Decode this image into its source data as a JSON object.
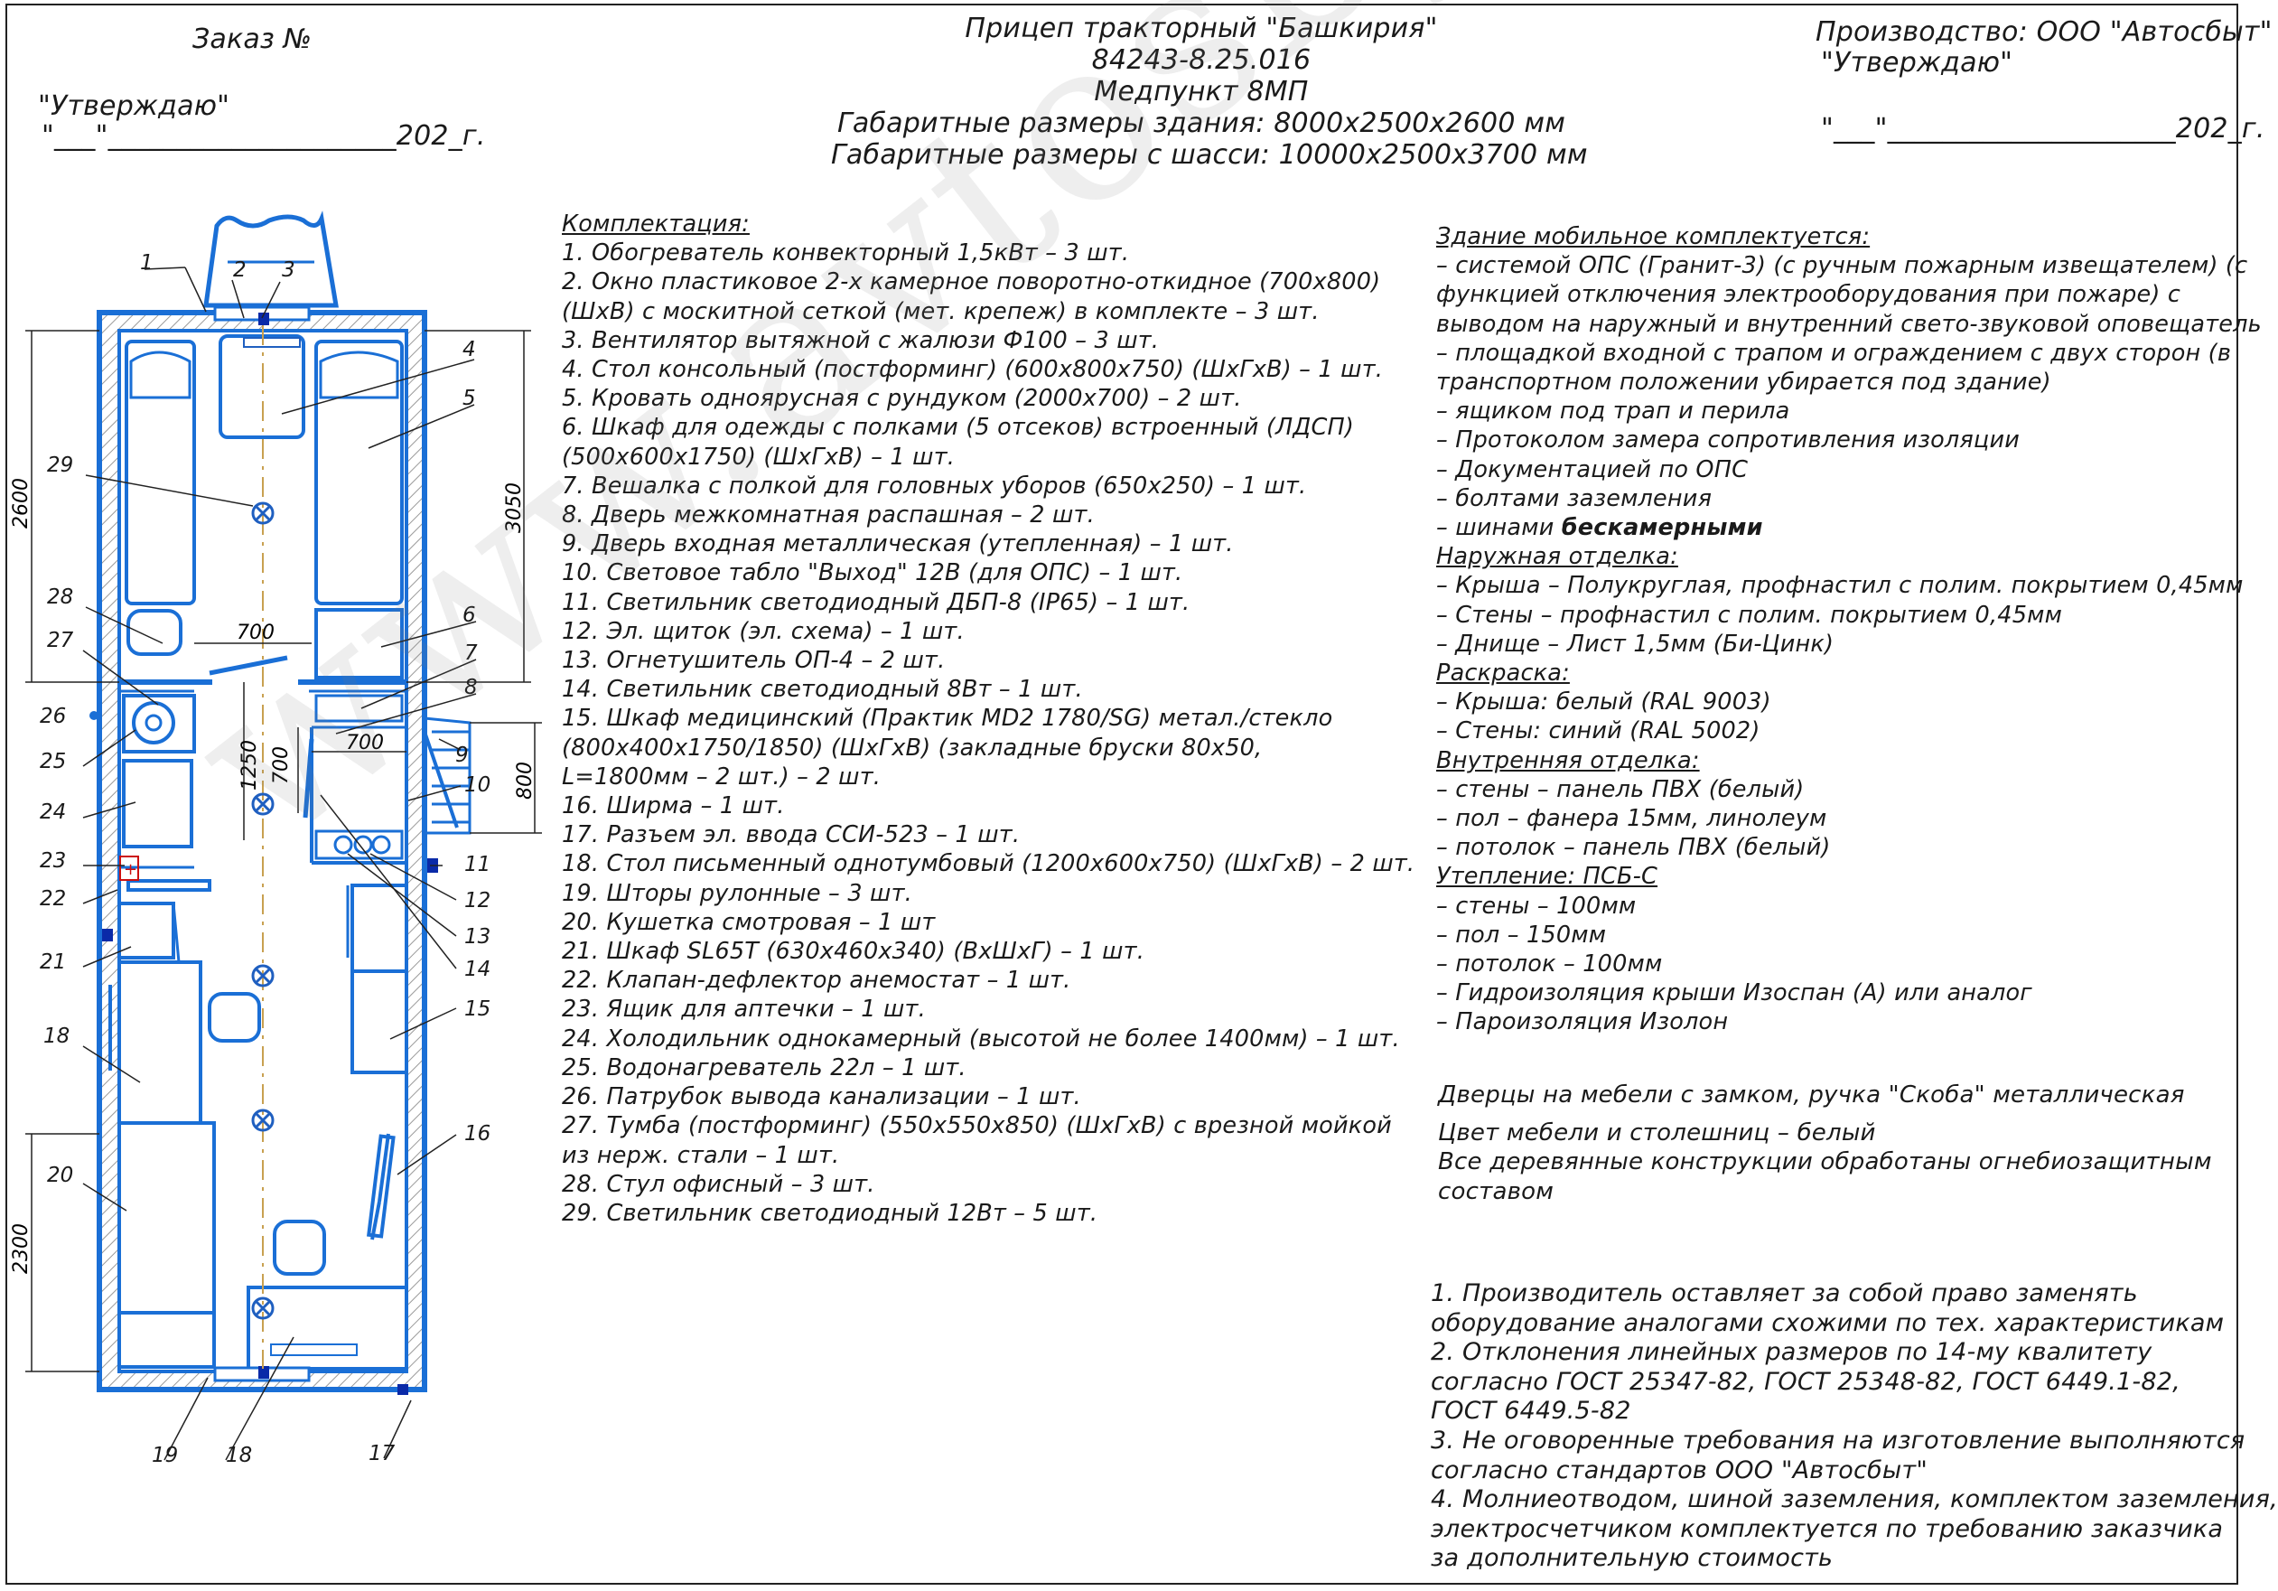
{
  "header": {
    "order": "Заказ №",
    "approve_left": "\"Утверждаю\"",
    "date_left": "\"___\"_____________________202_г.",
    "title": [
      "Прицеп тракторный \"Башкирия\"",
      "84243-8.25.016",
      "Медпункт 8МП",
      "Габаритные размеры здания: 8000x2500x2600 мм",
      "Габаритные размеры с шасси: 10000x2500x3700 мм"
    ],
    "producer": "Производство: ООО \"Автосбыт\"",
    "approve_right": "\"Утверждаю\"",
    "date_right": "\"___\"_____________________202_г."
  },
  "equipment": {
    "heading": "Комплектация:",
    "lines": [
      "1.  Обогреватель конвекторный 1,5кВт – 3 шт.",
      "2.  Окно пластиковое 2-х камерное поворотно-откидное (700x800)",
      "     (ШxВ) с москитной сеткой (мет. крепеж) в комплекте – 3 шт.",
      "3.  Вентилятор вытяжной с жалюзи Ф100 – 3 шт.",
      "4.  Стол консольный (постформинг) (600x800x750) (ШxГxВ) – 1 шт.",
      "5.  Кровать одноярусная с рундуком (2000x700) – 2 шт.",
      "6.  Шкаф для одежды с полками (5 отсеков) встроенный (ЛДСП)",
      "     (500x600x1750) (ШxГxВ) – 1 шт.",
      "7.  Вешалка с полкой для головных уборов (650x250) – 1 шт.",
      "8.  Дверь межкомнатная распашная – 2 шт.",
      "9.  Дверь входная металлическая (утепленная) – 1 шт.",
      "10.  Световое табло \"Выход\" 12В (для ОПС) – 1 шт.",
      "11.  Светильник светодиодный ДБП-8 (IP65) – 1 шт.",
      "12.  Эл. щиток (эл. схема) – 1 шт.",
      "13.  Огнетушитель ОП-4 – 2 шт.",
      "14.  Светильник светодиодный 8Вт – 1 шт.",
      "15.  Шкаф медицинский (Практик MD2 1780/SG) метал./стекло",
      "     (800x400x1750/1850) (ШxГxВ) (закладные бруски 80x50,",
      "     L=1800мм – 2 шт.) – 2 шт.",
      "16.  Ширма – 1 шт.",
      "17.  Разъем эл. ввода ССИ-523 – 1 шт.",
      "18.  Стол письменный однотумбовый (1200x600x750) (ШxГxВ) – 2 шт.",
      "19.  Шторы рулонные – 3 шт.",
      "20.  Кушетка смотровая – 1 шт",
      "21.  Шкаф SL65T (630x460x340) (ВxШxГ) – 1 шт.",
      "22.  Клапан-дефлектор анемостат – 1 шт.",
      "23.  Ящик для аптечки – 1 шт.",
      "24.  Холодильник однокамерный (высотой не более 1400мм) – 1 шт.",
      "25.  Водонагреватель 22л – 1 шт.",
      "26.  Патрубок вывода канализации – 1 шт.",
      "27.  Тумба (постформинг) (550x550x850) (ШxГxВ) с врезной мойкой",
      "       из нерж. стали – 1 шт.",
      "28.  Стул офисный – 3 шт.",
      "29.  Светильник светодиодный 12Вт – 5 шт."
    ]
  },
  "building": {
    "lines": [
      "Здание мобильное комплектуется:",
      "– системой ОПС (Гранит-3) (с ручным пожарным извещателем) (с",
      "   функцией отключения электрооборудования при пожаре) с",
      "   выводом на наружный и внутренний свето-звуковой оповещатель",
      "– площадкой входной с трапом и ограждением с двух сторон (в",
      "   транспортном положении убирается под здание)",
      "– ящиком под трап и перила",
      "– Протоколом замера сопротивления изоляции",
      "– Документацией по ОПС",
      "– болтами заземления",
      "– шинами ",
      " Наружная отделка:",
      " – Крыша – Полукруглая, профнастил с полим. покрытием 0,45мм",
      " – Стены – профнастил с полим. покрытием 0,45мм",
      " – Днище – Лист 1,5мм (Би-Цинк)",
      " Раскраска:",
      " – Крыша: белый (RAL 9003)",
      " – Стены: синий (RAL 5002)",
      " Внутренняя отделка:",
      " – стены – панель ПВХ (белый)",
      " – пол  – фанера 15мм, линолеум",
      " – потолок – панель ПВХ (белый)",
      " Утепление: ПСБ-С",
      " – стены – 100мм",
      " – пол – 150мм",
      " – потолок – 100мм",
      " – Гидроизоляция крыши Изоспан (А) или аналог",
      " – Пароизоляция Изолон"
    ],
    "tubeless": "бескамерными"
  },
  "furniture_notes": [
    "Дверцы на мебели с замком, ручка \"Скоба\" металлическая",
    "Цвет мебели и столешниц – белый",
    "Все деревянные конструкции обработаны огнебиозащитным",
    "составом"
  ],
  "notes": [
    "1.  Производитель оставляет за собой право заменять",
    "оборудование аналогами схожими по тех. характеристикам",
    "2.  Отклонения линейных размеров по 14-му квалитету",
    "согласно ГОСТ 25347-82, ГОСТ 25348-82, ГОСТ 6449.1-82,",
    "ГОСТ 6449.5-82",
    "3.  Не оговоренные требования на изготовление выполняются",
    "согласно стандартов ООО \"Автосбыт\"",
    "4.  Молниеотводом, шиной заземления, комплектом заземления,",
    "электросчетчиком комплектуется по требованию заказчика",
    "за дополнительную стоимость"
  ],
  "dimensions": {
    "d2600": "2600",
    "d3050": "3050",
    "d700a": "700",
    "d700b": "700",
    "d700c": "700",
    "d1250": "1250",
    "d800": "800",
    "d2300": "2300"
  },
  "callouts": [
    "1",
    "2",
    "3",
    "4",
    "5",
    "6",
    "7",
    "8",
    "9",
    "10",
    "11",
    "12",
    "13",
    "14",
    "15",
    "16",
    "17",
    "18",
    "18",
    "19",
    "20",
    "21",
    "22",
    "23",
    "24",
    "25",
    "26",
    "27",
    "28",
    "29"
  ],
  "watermark": "www.avtosbyt.ru",
  "colors": {
    "wall": "#1a6fd6",
    "line": "#1f5fc0",
    "accent": "#0a2aa8",
    "hatch": "#9a9a9a",
    "center": "#c8a050"
  }
}
